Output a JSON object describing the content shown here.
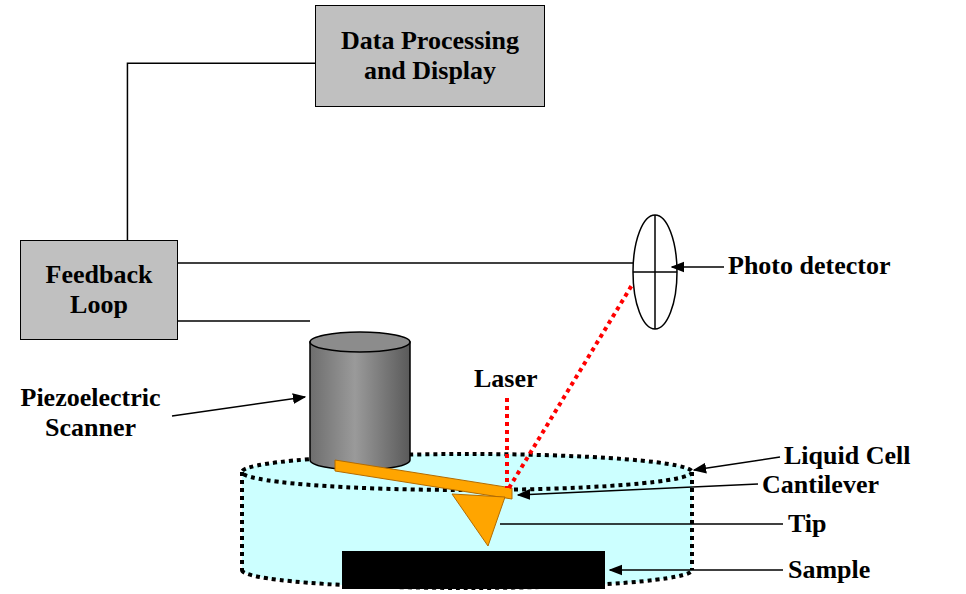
{
  "diagram": {
    "nodes": [
      {
        "text": [
          "Data Processing and Display"
        ]
      },
      {
        "text": [
          "Feedback Loop"
        ]
      }
    ],
    "edges": [
      {
        "from": 0,
        "to": 1,
        "arrow": "none"
      }
    ],
    "labels": [
      "Photo detector",
      "Laser",
      "Liquid Cell",
      "Piezoelectric Scanner",
      "Cantilever",
      "Tip",
      "Sample"
    ]
  }
}
